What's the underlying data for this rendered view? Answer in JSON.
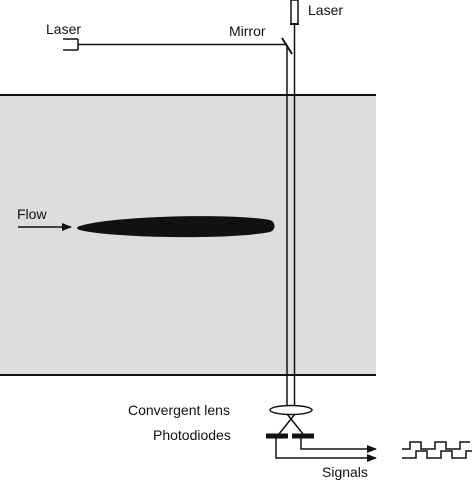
{
  "diagram": {
    "labels": {
      "laser_left": "Laser",
      "laser_top": "Laser",
      "mirror": "Mirror",
      "flow": "Flow",
      "convergent_lens": "Convergent lens",
      "photodiodes": "Photodiodes",
      "signals": "Signals"
    },
    "colors": {
      "flow_channel": "#dddddd",
      "ink": "#111111",
      "background": "#ffffff"
    }
  }
}
